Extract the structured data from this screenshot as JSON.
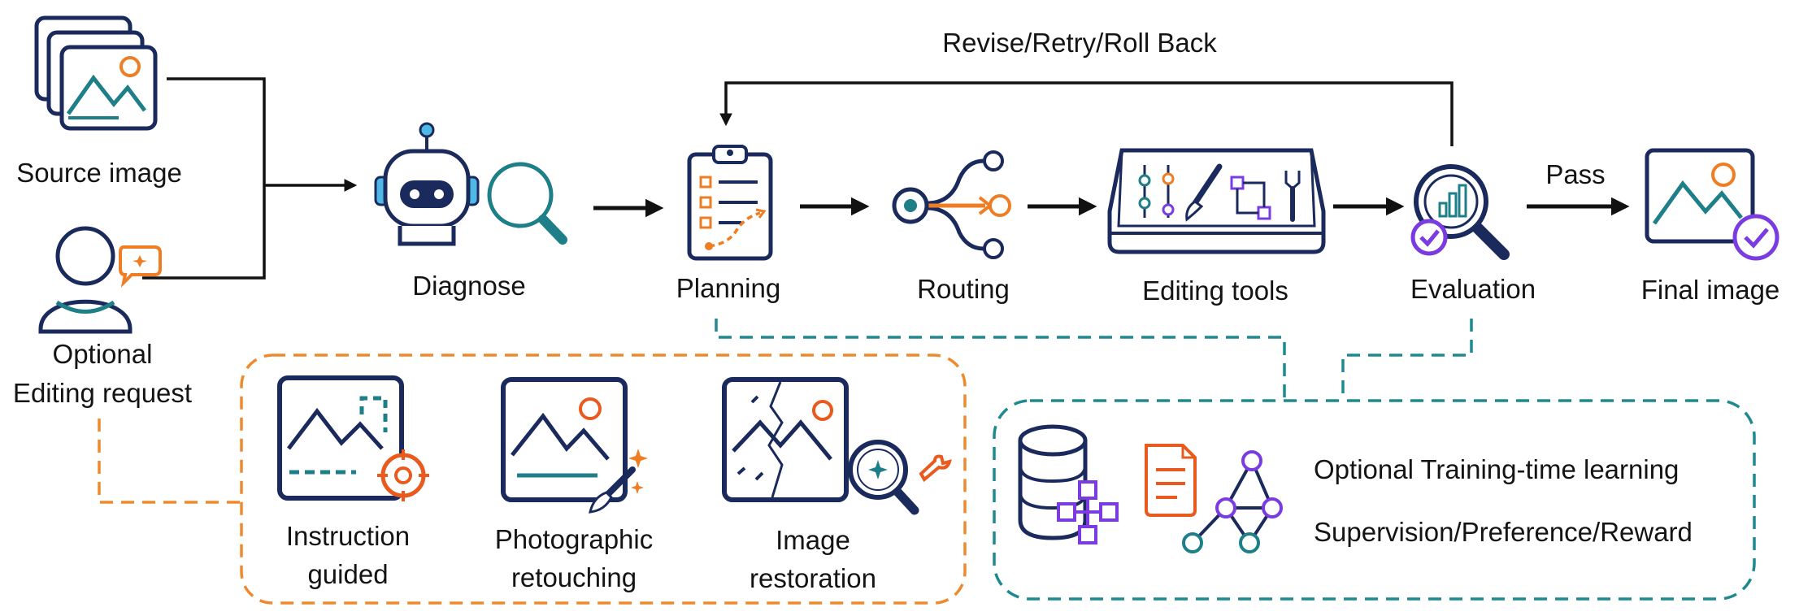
{
  "colors": {
    "navy": "#1B2A5C",
    "teal": "#1E7F88",
    "orange": "#EE7D24",
    "purple": "#7A3CE0",
    "dash_orange": "#EE8A2E",
    "dash_teal": "#1E8A8F",
    "black": "#111111"
  },
  "top_loop_label": "Revise/Retry/Roll Back",
  "pass_label": "Pass",
  "inputs": {
    "source": "Source image",
    "request_line1": "Optional",
    "request_line2": "Editing request"
  },
  "stages": {
    "diagnose": "Diagnose",
    "planning": "Planning",
    "routing": "Routing",
    "editing_tools": "Editing tools",
    "evaluation": "Evaluation",
    "final": "Final image"
  },
  "task_types": [
    {
      "line1": "Instruction",
      "line2": "guided",
      "icon": "target-image-icon"
    },
    {
      "line1": "Photographic",
      "line2": "retouching",
      "icon": "brush-image-icon"
    },
    {
      "line1": "Image",
      "line2": "restoration",
      "icon": "cracked-image-icon"
    }
  ],
  "training": {
    "line1": "Optional Training-time learning",
    "line2": "Supervision/Preference/Reward"
  }
}
